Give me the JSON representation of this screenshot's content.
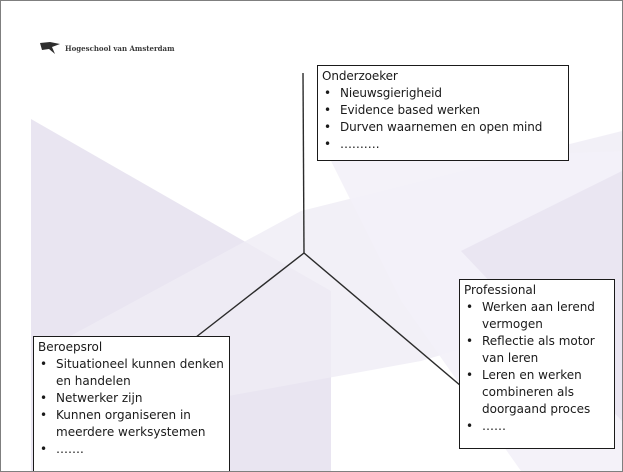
{
  "header": {
    "logo_text": "Hogeschool van Amsterdam",
    "logo_icon": "hva-logo-icon"
  },
  "boxes": {
    "onderzoeker": {
      "title": "Onderzoeker",
      "items": [
        "Nieuwsgierigheid",
        "Evidence based werken",
        "Durven waarnemen en open mind",
        "………."
      ]
    },
    "professional": {
      "title": "Professional",
      "items": [
        "Werken aan lerend vermogen",
        "Reflectie als motor van leren",
        "Leren en werken combineren als doorgaand proces",
        "……"
      ]
    },
    "beroepsrol": {
      "title": "Beroepsrol",
      "items": [
        "Situationeel kunnen denken en handelen",
        "Netwerker zijn",
        "Kunnen organiseren in meerdere werksystemen",
        "……."
      ]
    }
  },
  "colors": {
    "background_shape_light": "#ece8f3",
    "background_shape_mid": "#ddd6ea",
    "line": "#2b2b2b",
    "box_border": "#1a1a1a"
  }
}
